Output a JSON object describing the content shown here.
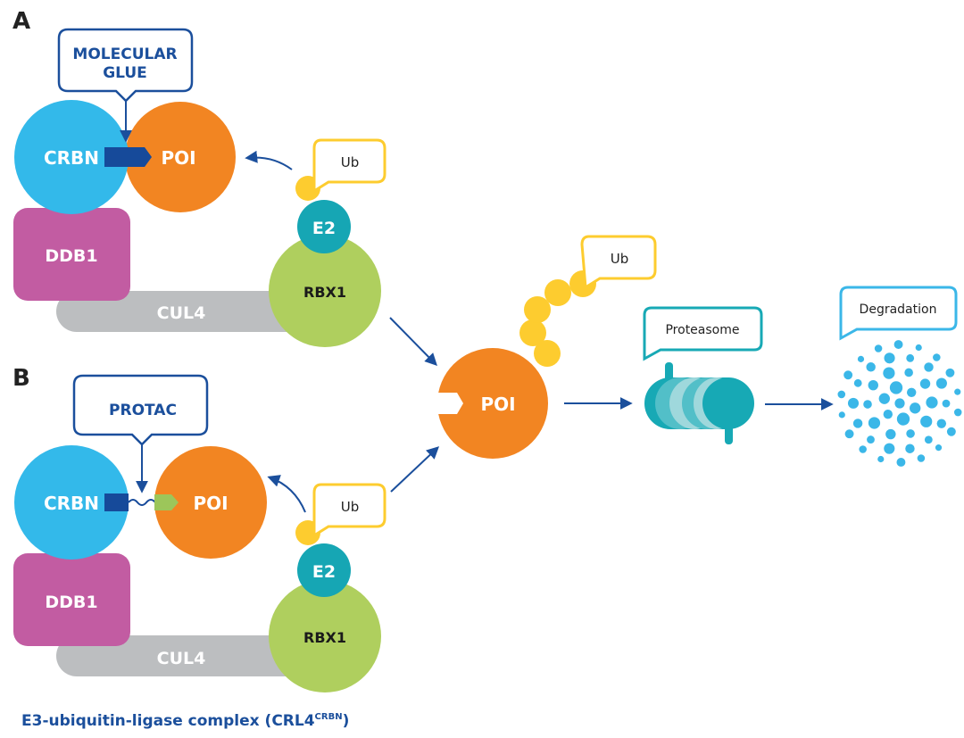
{
  "panels": {
    "a": {
      "letter": "A",
      "callout": [
        "MOLECULAR",
        "GLUE"
      ],
      "crbn": "CRBN",
      "poi": "POI",
      "ddb1": "DDB1",
      "cul4": "CUL4",
      "rbx1": "RBX1",
      "e2": "E2",
      "ub": "Ub"
    },
    "b": {
      "letter": "B",
      "callout": "PROTAC",
      "crbn": "CRBN",
      "poi": "POI",
      "ddb1": "DDB1",
      "cul4": "CUL4",
      "rbx1": "RBX1",
      "e2": "E2",
      "ub": "Ub"
    }
  },
  "center": {
    "poi": "POI",
    "ub": "Ub"
  },
  "proteasome": {
    "label": "Proteasome"
  },
  "degradation": {
    "label": "Degradation"
  },
  "caption": {
    "main": "E3-ubiquitin-ligase complex (CRL4",
    "superscript": "CRBN",
    "close": ")"
  },
  "colors": {
    "crbn": "#33b9ea",
    "poi": "#f28522",
    "ddb1": "#c25ca2",
    "cul4": "#bcbec0",
    "rbx1": "#afcf5e",
    "e2": "#16a6b4",
    "ub": "#fdcc2f",
    "navy": "#1b4f9c",
    "proteasome": "#17a9b5",
    "degradation": "#3bb7e8"
  }
}
